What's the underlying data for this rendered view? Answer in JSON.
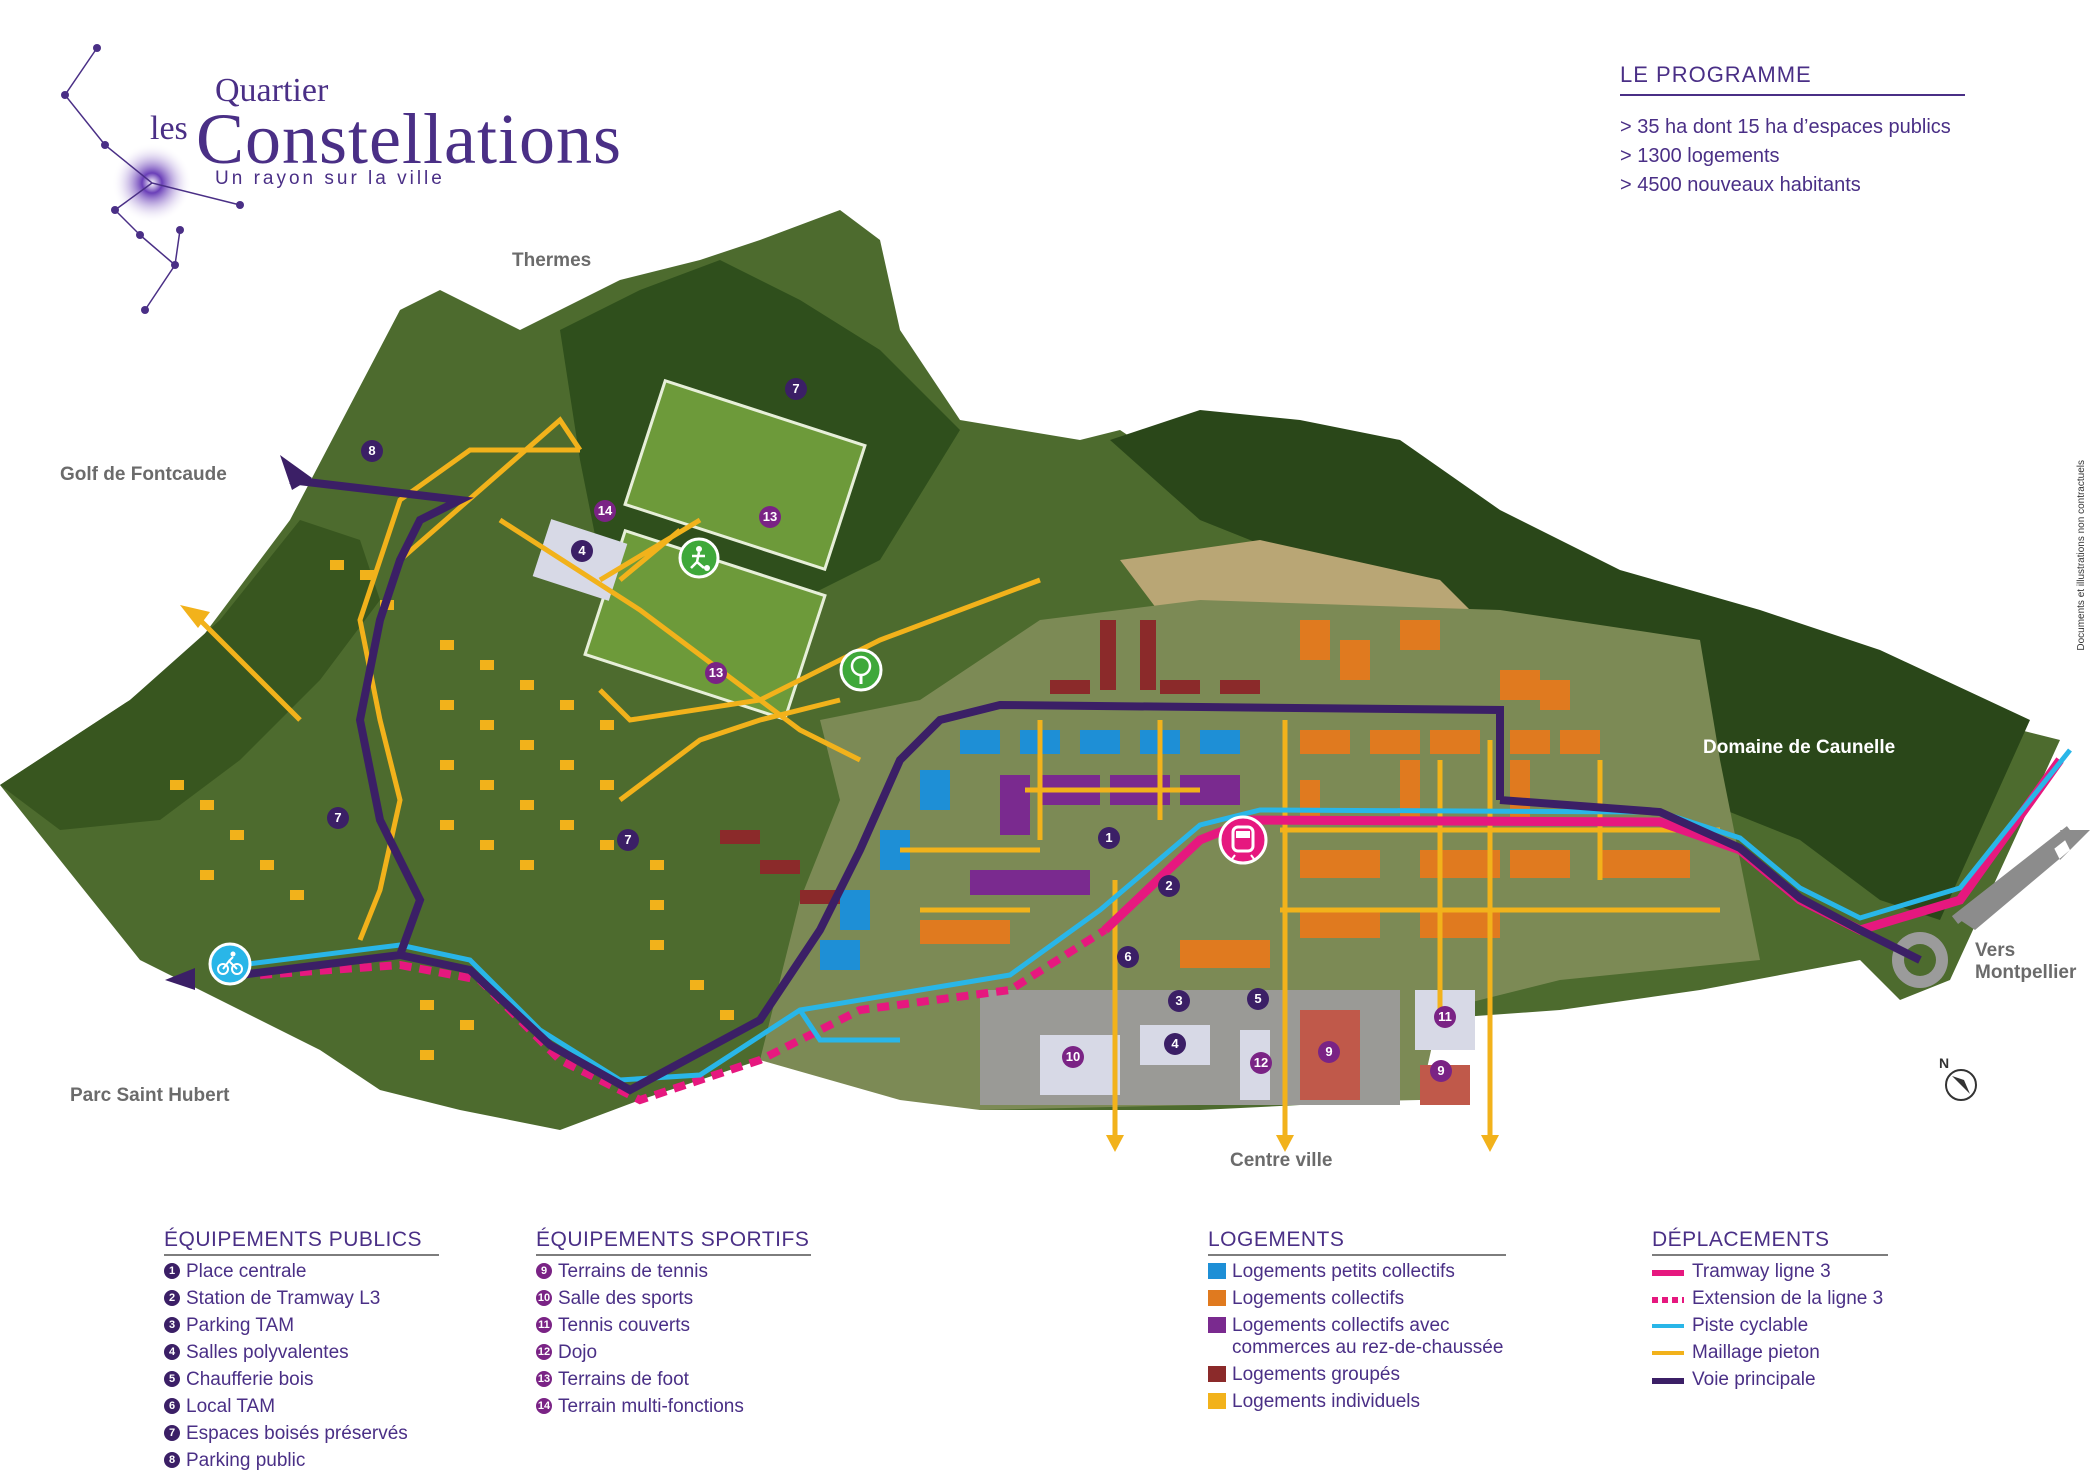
{
  "logo": {
    "quartier": "Quartier",
    "les": "les",
    "name": "Constellations",
    "tagline": "Un rayon sur la ville"
  },
  "programme": {
    "title": "LE PROGRAMME",
    "lines": [
      "> 35 ha dont 15 ha d’espaces publics",
      "> 1300 logements",
      "> 4500 nouveaux habitants"
    ]
  },
  "places": {
    "thermes": "Thermes",
    "golf": "Golf de Fontcaude",
    "parc": "Parc Saint Hubert",
    "centre": "Centre ville",
    "domaine": "Domaine de Caunelle",
    "vers": "Vers",
    "montpellier": "Montpellier"
  },
  "disclaimer": "Documents et illustrations non contractuels",
  "legend": {
    "publics": {
      "title": "ÉQUIPEMENTS PUBLICS",
      "items": [
        {
          "n": "1",
          "label": "Place centrale"
        },
        {
          "n": "2",
          "label": "Station de Tramway L3"
        },
        {
          "n": "3",
          "label": "Parking TAM"
        },
        {
          "n": "4",
          "label": "Salles polyvalentes"
        },
        {
          "n": "5",
          "label": "Chaufferie bois"
        },
        {
          "n": "6",
          "label": "Local TAM"
        },
        {
          "n": "7",
          "label": "Espaces boisés préservés"
        },
        {
          "n": "8",
          "label": "Parking public"
        }
      ]
    },
    "sportifs": {
      "title": "ÉQUIPEMENTS SPORTIFS",
      "items": [
        {
          "n": "9",
          "label": "Terrains de tennis"
        },
        {
          "n": "10",
          "label": "Salle des sports"
        },
        {
          "n": "11",
          "label": "Tennis couverts"
        },
        {
          "n": "12",
          "label": "Dojo"
        },
        {
          "n": "13",
          "label": "Terrains de foot"
        },
        {
          "n": "14",
          "label": "Terrain multi-fonctions"
        }
      ]
    },
    "logements": {
      "title": "LOGEMENTS",
      "items": [
        {
          "color": "#1e8fd6",
          "label": "Logements petits collectifs"
        },
        {
          "color": "#e07a1f",
          "label": "Logements collectifs"
        },
        {
          "color": "#7a2a8f",
          "label": "Logements collectifs avec",
          "label2": "commerces au rez-de-chaussée"
        },
        {
          "color": "#8b2a2a",
          "label": "Logements groupés"
        },
        {
          "color": "#f2b21b",
          "label": "Logements individuels"
        }
      ]
    },
    "deplacements": {
      "title": "DÉPLACEMENTS",
      "items": [
        {
          "color": "#e6187f",
          "style": "solid",
          "label": "Tramway ligne 3"
        },
        {
          "color": "#e6187f",
          "style": "dashed",
          "label": "Extension de la ligne 3"
        },
        {
          "color": "#29b6e8",
          "style": "solid",
          "label": "Piste cyclable"
        },
        {
          "color": "#f2b21b",
          "style": "solid",
          "label": "Maillage pieton"
        },
        {
          "color": "#3b1f66",
          "style": "solid",
          "label": "Voie principale"
        }
      ]
    }
  },
  "map_badges": {
    "public": [
      "1",
      "2",
      "3",
      "4",
      "4",
      "5",
      "6",
      "7",
      "7",
      "7",
      "8"
    ],
    "sport": [
      "9",
      "9",
      "10",
      "11",
      "12",
      "13",
      "13",
      "14"
    ]
  },
  "icons": [
    "cyclist-icon",
    "tram-icon",
    "football-icon",
    "tree-icon",
    "north-arrow-icon"
  ]
}
